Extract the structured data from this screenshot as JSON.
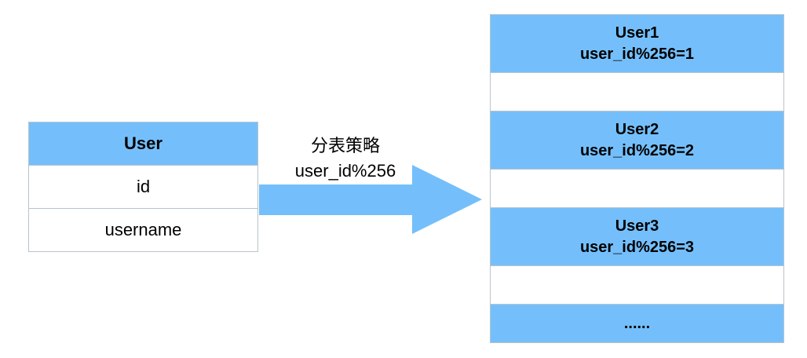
{
  "user_table": {
    "title": "User",
    "fields": [
      "id",
      "username"
    ]
  },
  "arrow": {
    "label_line1": "分表策略",
    "label_line2": "user_id%256"
  },
  "shards": [
    {
      "name": "User1",
      "rule": "user_id%256=1"
    },
    {
      "name": "User2",
      "rule": "user_id%256=2"
    },
    {
      "name": "User3",
      "rule": "user_id%256=3"
    }
  ],
  "shard_more": "......",
  "colors": {
    "header_fill": "#74bffb",
    "arrow_fill": "#74bffb",
    "border": "#b9c3cc"
  }
}
